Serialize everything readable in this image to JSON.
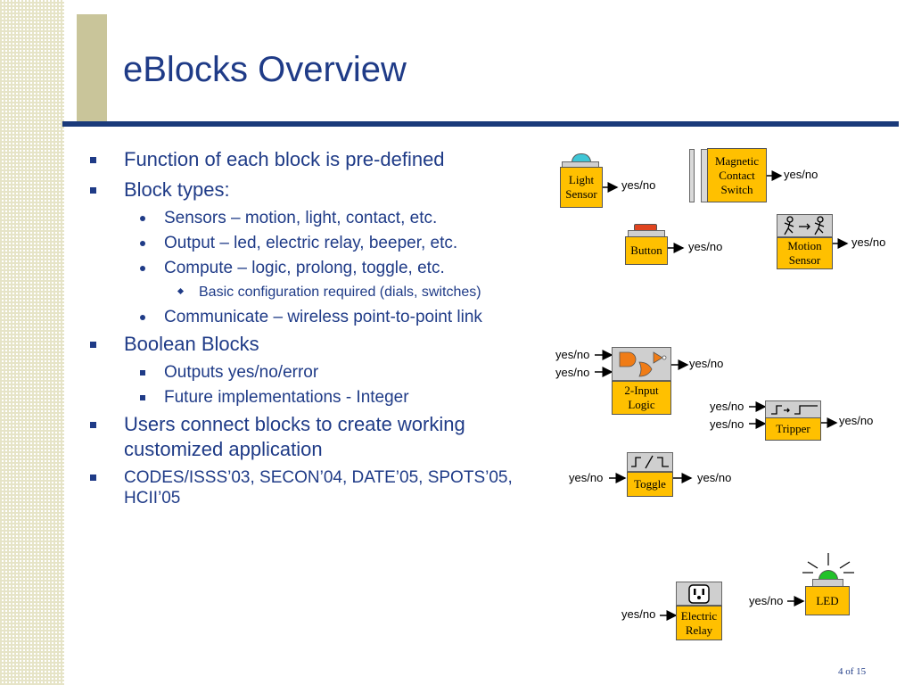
{
  "slide": {
    "title": "eBlocks Overview",
    "page_number": "4 of 15"
  },
  "bullets": {
    "b1": "Function of each block is pre-defined",
    "b2": "Block types:",
    "b2_1": "Sensors – motion, light, contact, etc.",
    "b2_2": "Output – led, electric relay, beeper, etc.",
    "b2_3": "Compute – logic, prolong, toggle, etc.",
    "b2_3_1": "Basic configuration required (dials, switches)",
    "b2_4": "Communicate – wireless point-to-point link",
    "b3": "Boolean Blocks",
    "b3_1": "Outputs yes/no/error",
    "b3_2": "Future implementations - Integer",
    "b4": "Users connect blocks to create working customized application",
    "b5": "CODES/ISSS’03, SECON’04, DATE’05, SPOTS’05, HCII’05"
  },
  "diagram": {
    "light_sensor": "Light Sensor",
    "magnetic_switch": "Magnetic Contact Switch",
    "button": "Button",
    "motion_sensor": "Motion Sensor",
    "logic": "2-Input Logic",
    "tripper": "Tripper",
    "toggle": "Toggle",
    "led": "LED",
    "relay": "Electric Relay",
    "signal": "yes/no"
  },
  "colors": {
    "block": "#ffc000",
    "title": "#1f3b87",
    "rule": "#1a3a7a",
    "olive": "#c9c59a",
    "light_cap": "#3fc6d6",
    "button_cap": "#e0441f",
    "led_cap": "#22c22a",
    "logic_gates": "#f07c16"
  }
}
